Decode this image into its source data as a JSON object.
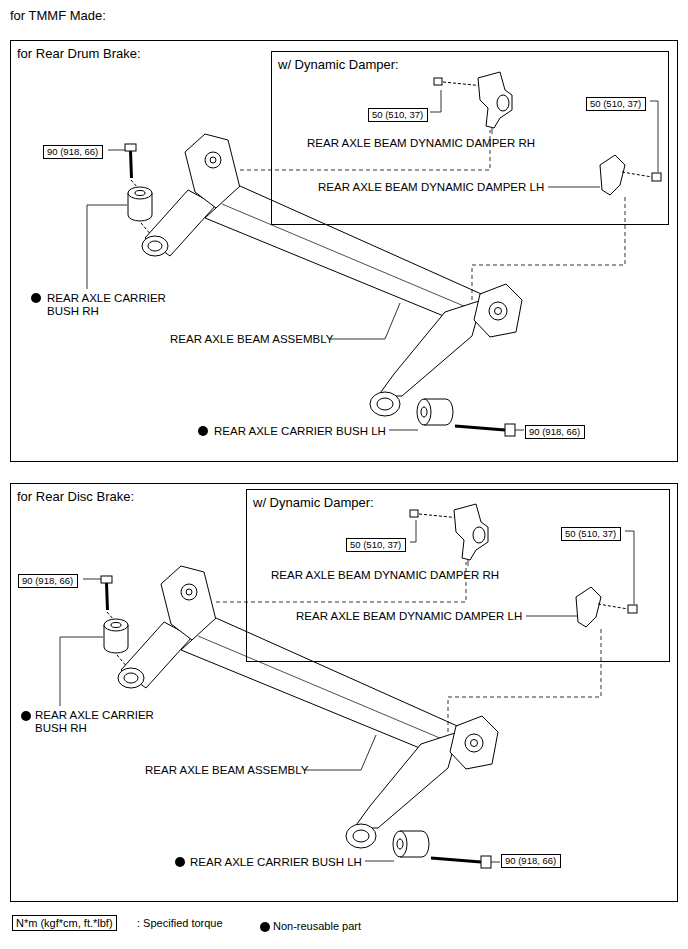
{
  "diagram": {
    "title": "for TMMF Made:",
    "nodes": [
      {
        "text": [
          "for Rear Drum Brake:"
        ]
      },
      {
        "text": [
          "w/ Dynamic Damper:"
        ],
        "in": 0
      },
      {
        "text": [
          "50 (510, 37)"
        ],
        "in": 1
      },
      {
        "text": [
          "50 (510, 37)"
        ],
        "in": 1
      },
      {
        "text": [
          "90 (918, 66)"
        ],
        "in": 0
      },
      {
        "text": [
          "90 (918, 66)"
        ],
        "in": 0
      },
      {
        "text": [
          "for Rear Disc Brake:"
        ]
      },
      {
        "text": [
          "w/ Dynamic Damper:"
        ],
        "in": 6
      },
      {
        "text": [
          "50 (510, 37)"
        ],
        "in": 7
      },
      {
        "text": [
          "50 (510, 37)"
        ],
        "in": 7
      },
      {
        "text": [
          "90 (918, 66)"
        ],
        "in": 6
      },
      {
        "text": [
          "90 (918, 66)"
        ],
        "in": 6
      },
      {
        "text": [
          "N*m (kgf*cm, ft.*lbf)"
        ]
      }
    ],
    "labels": [
      "REAR AXLE BEAM DYNAMIC DAMPER RH",
      "REAR AXLE BEAM DYNAMIC DAMPER LH",
      "REAR AXLE CARRIER BUSH RH",
      "REAR AXLE BEAM ASSEMBLY",
      "REAR AXLE CARRIER BUSH LH",
      "REAR AXLE BEAM DYNAMIC DAMPER RH",
      "REAR AXLE BEAM DYNAMIC DAMPER LH",
      "REAR AXLE CARRIER BUSH RH",
      "REAR AXLE BEAM ASSEMBLY",
      "REAR AXLE CARRIER BUSH LH"
    ],
    "legend": [
      {
        "text": ": Specified torque"
      },
      {
        "text": "Non-reusable part"
      }
    ]
  }
}
